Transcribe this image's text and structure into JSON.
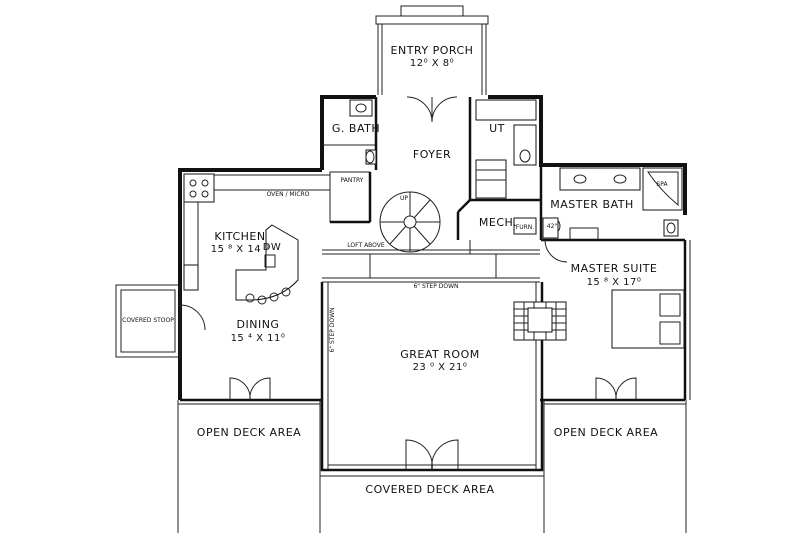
{
  "rooms": {
    "entry_porch": {
      "name": "ENTRY PORCH",
      "dims": "12⁰ X 8⁰"
    },
    "guest_bath": {
      "name": "G. BATH"
    },
    "utility": {
      "name": "UT"
    },
    "foyer": {
      "name": "FOYER"
    },
    "pantry": {
      "name": "PANTRY"
    },
    "oven_micro": {
      "name": "OVEN / MICRO"
    },
    "kitchen": {
      "name": "KITCHEN",
      "dims": "15 ⁸ X 14 ⁰"
    },
    "dw": {
      "name": "DW"
    },
    "mech": {
      "name": "MECH."
    },
    "furn": {
      "name": "FURN."
    },
    "water_heater": {
      "name": "42\""
    },
    "master_bath": {
      "name": "MASTER BATH"
    },
    "spa": {
      "name": "SPA"
    },
    "loft_above": {
      "name": "LOFT ABOVE"
    },
    "step_down_top": {
      "name": "6\" STEP DOWN"
    },
    "step_down_side": {
      "name": "6\" STEP DOWN"
    },
    "master_suite": {
      "name": "MASTER SUITE",
      "dims": "15 ⁸ X 17⁰"
    },
    "covered_stoop": {
      "name": "COVERED STOOP"
    },
    "dining": {
      "name": "DINING",
      "dims": "15 ⁴ X 11⁰"
    },
    "great_room": {
      "name": "GREAT ROOM",
      "dims": "23 ⁰ X 21⁰"
    },
    "open_deck_left": {
      "name": "OPEN DECK AREA"
    },
    "open_deck_right": {
      "name": "OPEN DECK AREA"
    },
    "covered_deck": {
      "name": "COVERED DECK AREA"
    }
  }
}
